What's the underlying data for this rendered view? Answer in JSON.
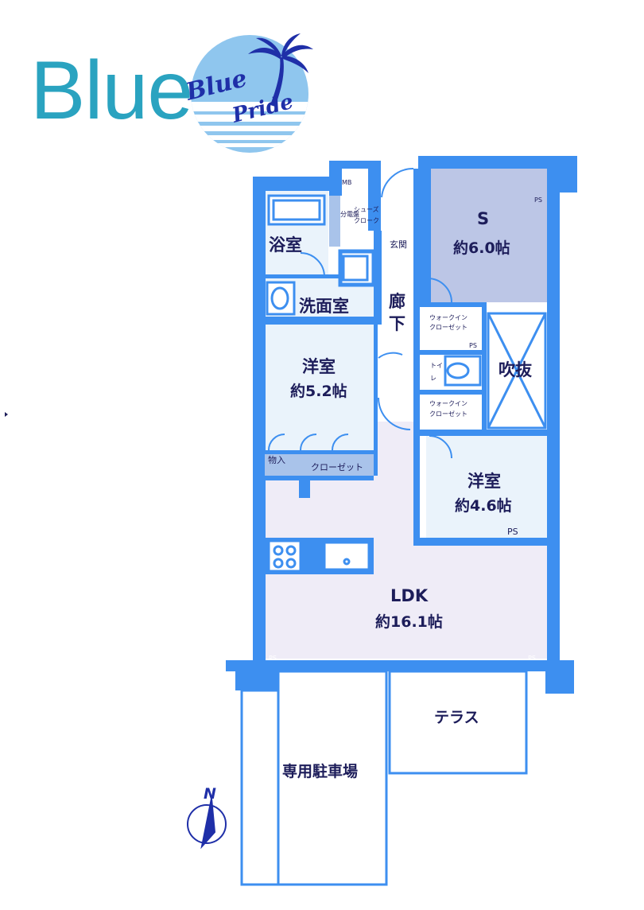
{
  "logo": {
    "word": "Blue",
    "badge_line1": "Blue",
    "badge_line2": "Pride",
    "colors": {
      "teal": "#2aa3c0",
      "navy": "#1f2fa8",
      "sky": "#8fc6ee"
    }
  },
  "floor_plan": {
    "colors": {
      "wall": "#3d8ff0",
      "room_fill": "#eaf3fb",
      "s_room_fill": "#bcc6e6",
      "ldk_fill": "#efecf7",
      "text": "#1d1d5a"
    },
    "rooms": {
      "bath": "浴室",
      "washroom": "洗面室",
      "western_a_name": "洋室",
      "western_a_size": "約5.2帖",
      "closet_small": "物入",
      "closet": "クローゼット",
      "hallway_1": "廊",
      "hallway_2": "下",
      "entrance": "玄関",
      "shoes_closet_1": "シューズ",
      "shoes_closet_2": "クローク",
      "mb": "MB",
      "ps": "PS",
      "s_name": "S",
      "s_size": "約6.0帖",
      "walkin_1": "ウォークイン",
      "walkin_2": "クローゼット",
      "toilet_1": "トイ",
      "toilet_2": "レ",
      "atrium": "吹抜",
      "western_b_name": "洋室",
      "western_b_size": "約4.6帖",
      "ldk_name": "LDK",
      "ldk_size": "約16.1帖",
      "terrace": "テラス",
      "parking": "専用駐車場",
      "north": "N",
      "meter": "分電盤"
    }
  }
}
